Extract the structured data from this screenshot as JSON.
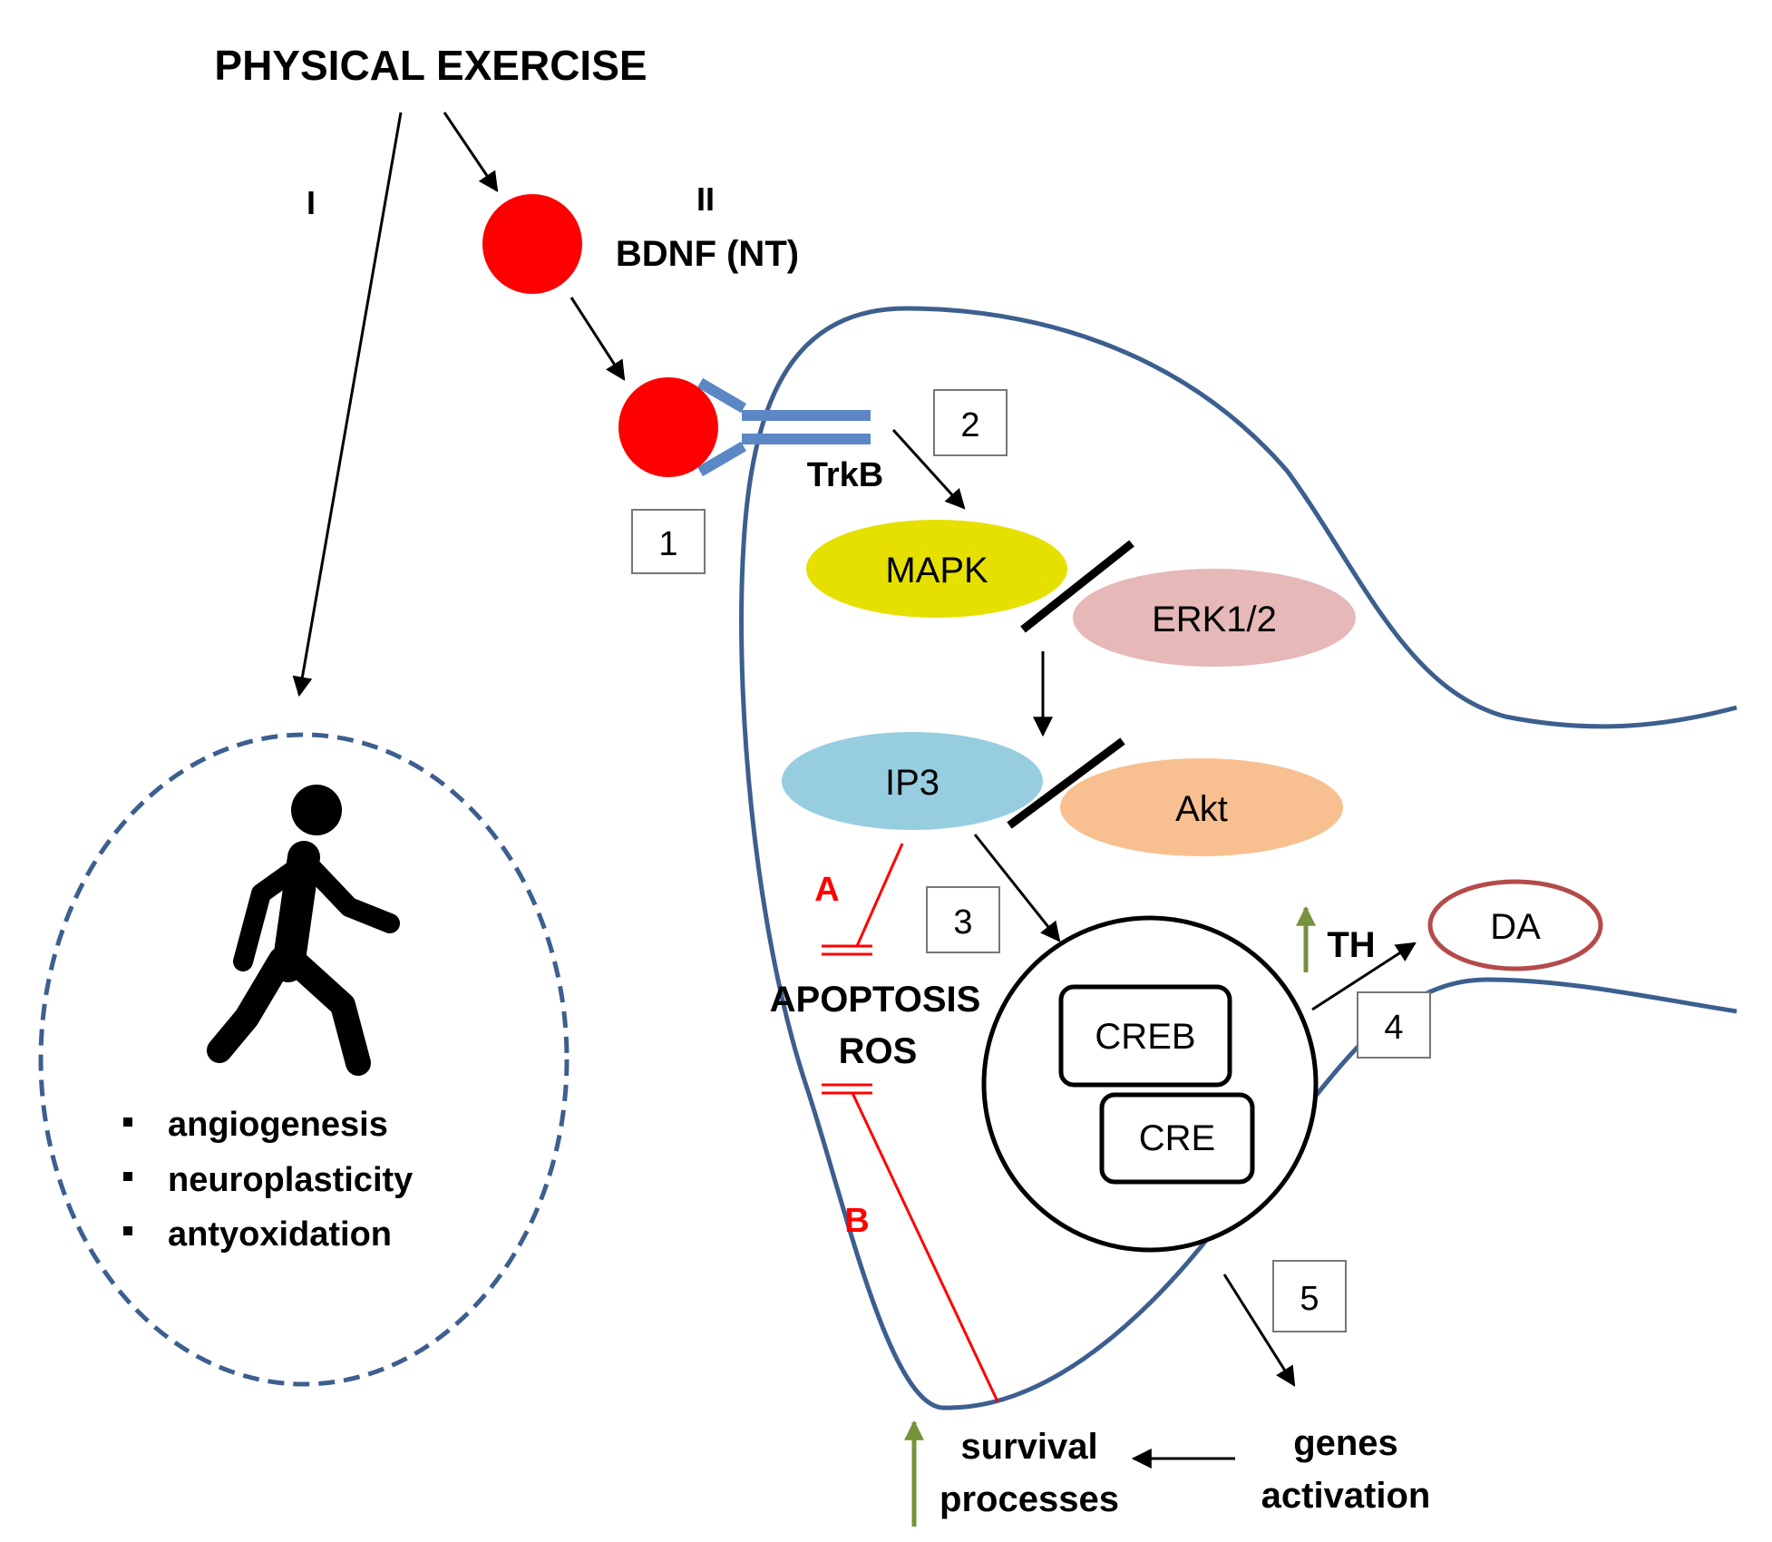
{
  "title": "PHYSICAL EXERCISE",
  "pathway_labels": {
    "one": "I",
    "two": "II"
  },
  "bdnf_label": "BDNF (NT)",
  "receptor_label": "TrkB",
  "step_numbers": [
    "1",
    "2",
    "3",
    "4",
    "5"
  ],
  "proteins": {
    "mapk": "MAPK",
    "erk": "ERK1/2",
    "ip3": "IP3",
    "akt": "Akt",
    "creb": "CREB",
    "cre": "CRE",
    "da": "DA"
  },
  "th_label": "TH",
  "inhibition_labels": {
    "a": "A",
    "b": "B"
  },
  "apoptosis_label": "APOPTOSIS",
  "ros_label": "ROS",
  "survival_label": {
    "line1": "survival",
    "line2": "processes"
  },
  "genes_label": {
    "line1": "genes",
    "line2": "activation"
  },
  "benefits": [
    "angiogenesis",
    "neuroplasticity",
    "antyoxidation"
  ],
  "colors": {
    "bdnf_red": "#ff0000",
    "membrane_blue": "#3c5f8f",
    "receptor_blue": "#5b87c5",
    "mapk_yellow": "#e6e000",
    "erk_pink": "#e6b8b8",
    "ip3_blue": "#96cedf",
    "akt_orange": "#f8c090",
    "da_outline": "#b54a4a",
    "inhibition_red": "#ff0000",
    "up_arrow_green": "#76923c"
  },
  "icons": [
    "walking-person-icon",
    "square-bullet-icon",
    "up-arrow-icon"
  ]
}
